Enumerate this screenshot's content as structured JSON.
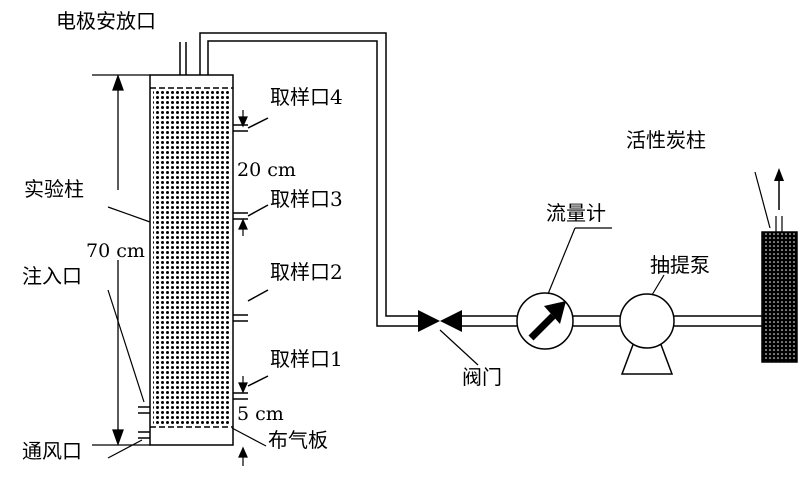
{
  "labels": {
    "electrode_port": "电极安放口",
    "sampling_port_4": "取样口4",
    "sampling_port_3": "取样口3",
    "sampling_port_2": "取样口2",
    "sampling_port_1": "取样口1",
    "spacing_upper": "20 cm",
    "column_height": "70 cm",
    "spacing_lower": "5 cm",
    "experimental_column": "实验柱",
    "injection_port": "注入口",
    "vent_port": "通风口",
    "gas_distribution_plate": "布气板",
    "valve": "阀门",
    "flowmeter": "流量计",
    "suction_pump": "抽提泵",
    "activated_carbon_column": "活性炭柱"
  }
}
